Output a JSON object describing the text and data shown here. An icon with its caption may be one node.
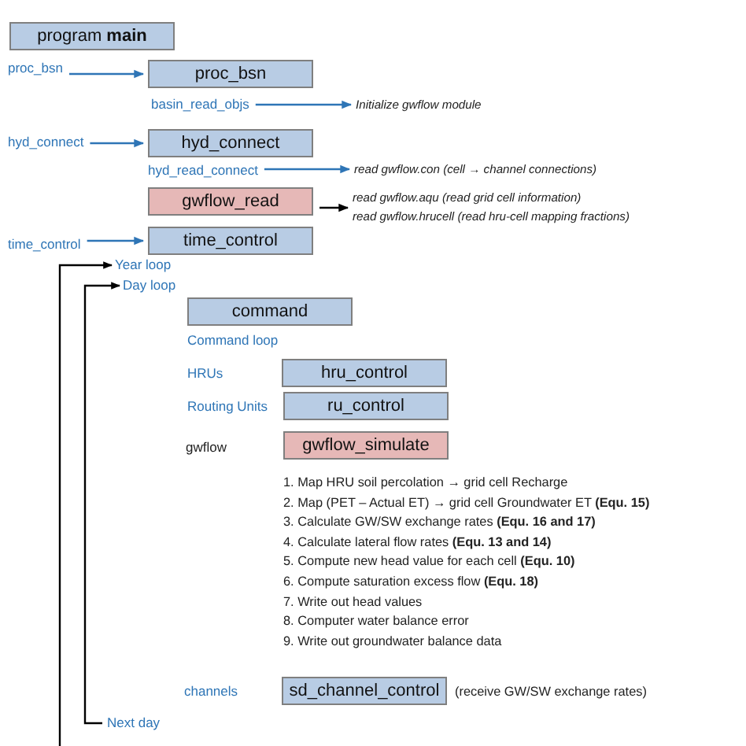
{
  "diagram": {
    "nodes": [
      {
        "text": [
          "program **main**"
        ]
      },
      {
        "text": [
          "proc_bsn"
        ]
      },
      {
        "text": [
          "proc_bsn"
        ]
      },
      {
        "text": [
          "basin_read_objs"
        ]
      },
      {
        "text": [
          "Initialize gwflow module"
        ]
      },
      {
        "text": [
          "hyd_connect"
        ]
      },
      {
        "text": [
          "hyd_connect"
        ]
      },
      {
        "text": [
          "hyd_read_connect"
        ]
      },
      {
        "text": [
          "read gwflow.con (cell → channel connections)"
        ]
      },
      {
        "text": [
          "gwflow_read"
        ]
      },
      {
        "text": [
          "read gwflow.aqu (read grid cell information)",
          "read gwflow.hrucell (read hru-cell mapping fractions)"
        ]
      },
      {
        "text": [
          "time_control"
        ]
      },
      {
        "text": [
          "time_control"
        ]
      },
      {
        "text": [
          "Year loop"
        ]
      },
      {
        "text": [
          "Day loop"
        ]
      },
      {
        "text": [
          "command"
        ]
      },
      {
        "text": [
          "hru_control"
        ]
      },
      {
        "text": [
          "ru_control"
        ]
      },
      {
        "text": [
          "gwflow_simulate"
        ]
      },
      {
        "text": [
          "sd_channel_control"
        ],
        "beside": [
          "(receive GW/SW exchange rates)"
        ]
      },
      {
        "text": [
          "Next day"
        ]
      }
    ],
    "edges": [
      {
        "from": 1,
        "to": 2,
        "arrow": "to"
      },
      {
        "from": 3,
        "to": 4,
        "arrow": "to"
      },
      {
        "from": 5,
        "to": 6,
        "arrow": "to"
      },
      {
        "from": 7,
        "to": 8,
        "arrow": "to"
      },
      {
        "from": 9,
        "to": 10,
        "arrow": "to",
        "color": "#000000"
      },
      {
        "from": 11,
        "to": 12,
        "arrow": "to"
      },
      {
        "from": null,
        "to": 13,
        "arrow": "to",
        "color": "#000000"
      },
      {
        "from": 20,
        "to": 14,
        "arrow": "to",
        "color": "#000000"
      }
    ],
    "labels": [
      "Command loop",
      "HRUs",
      "Routing Units",
      "gwflow",
      "1. Map HRU soil percolation → grid cell Recharge",
      "2. Map (PET – Actual ET) → grid cell Groundwater ET **(Equ. 15)**",
      "3. Calculate GW/SW exchange rates **(Equ. 16 and 17)**",
      "4. Calculate lateral flow rates **(Equ. 13 and 14)**",
      "5. Compute new head value for each cell **(Equ. 10)**",
      "6. Compute saturation excess flow **(Equ. 18)**",
      "7. Write out head values",
      "8. Computer water balance error",
      "9. Write out groundwater balance data",
      "channels"
    ]
  }
}
